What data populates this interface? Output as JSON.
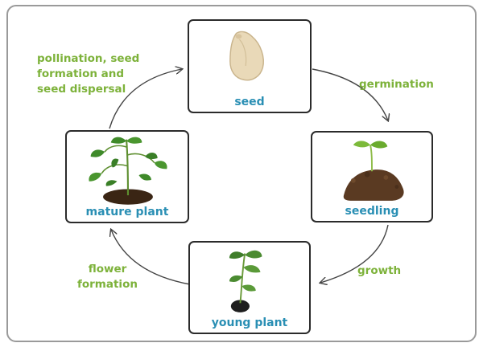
{
  "stages": {
    "seed": {
      "label": "seed",
      "icon": "seed-icon"
    },
    "seedling": {
      "label": "seedling",
      "icon": "seedling-icon"
    },
    "young_plant": {
      "label": "young plant",
      "icon": "young-plant-icon"
    },
    "mature_plant": {
      "label": "mature plant",
      "icon": "mature-plant-icon"
    }
  },
  "transitions": {
    "germination": "germination",
    "growth": "growth",
    "flower_formation": [
      "flower",
      "formation"
    ],
    "pollination": [
      "pollination, seed",
      "formation and",
      "seed dispersal"
    ]
  },
  "colors": {
    "stage_label": "#2a8fb4",
    "transition_label": "#7db23a",
    "box_border": "#2b2b2b",
    "frame_border": "#9a9a9a"
  }
}
